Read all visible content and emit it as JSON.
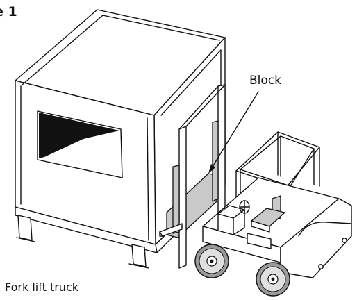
{
  "figure": {
    "title": "e 1",
    "labels": {
      "block": "Block",
      "forklift": "Fork lift truck"
    }
  }
}
